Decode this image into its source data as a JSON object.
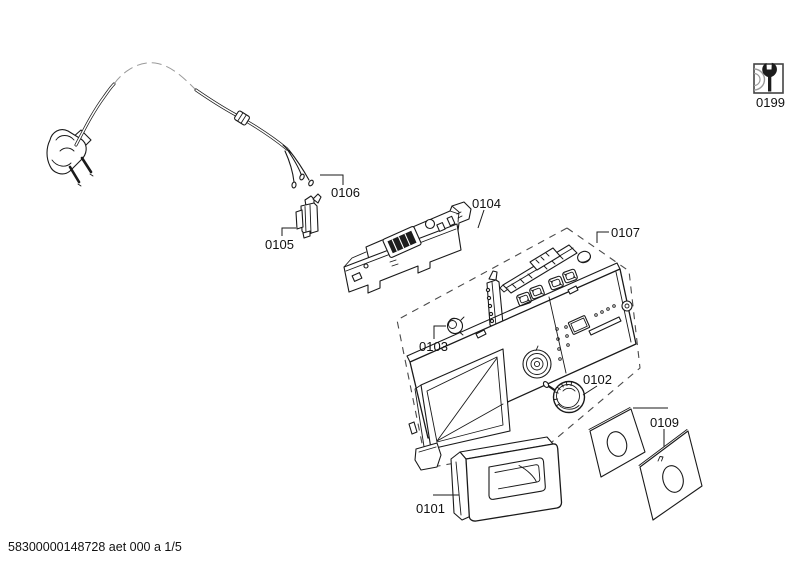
{
  "page": {
    "background_color": "#ffffff",
    "line_color": "#1a1a1a"
  },
  "diagram": {
    "type": "exploded-parts-diagram",
    "callouts": {
      "part_0101": "0101",
      "part_0102": "0102",
      "part_0103": "0103",
      "part_0104": "0104",
      "part_0105": "0105",
      "part_0106": "0106",
      "part_0107": "0107",
      "part_0109": "0109",
      "service_kit": "0199"
    },
    "icons": {
      "service_kit_icon": "wrench-and-nut-icon"
    }
  },
  "footer": {
    "doc_ref": "58300000148728 aet 000 a 1/5"
  }
}
